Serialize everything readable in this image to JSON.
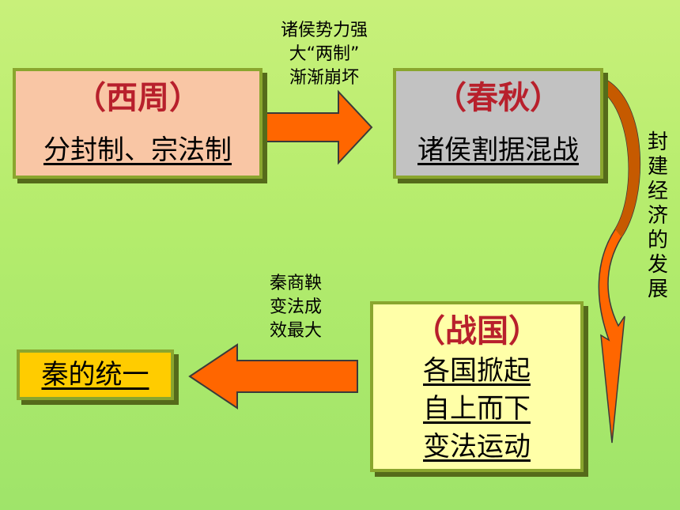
{
  "nodes": {
    "xizhou": {
      "title": "（西周）",
      "body": "分封制、宗法制"
    },
    "chunqiu": {
      "title": "（春秋）",
      "body": "诸侯割据混战"
    },
    "zhanguo": {
      "title": "（战国）",
      "lines": [
        "各国掀起",
        "自上而下",
        "变法运动"
      ]
    },
    "qin": {
      "body": "秦的统一"
    }
  },
  "notes": {
    "top": "诸侯势力强\n大“两制”\n渐渐崩坏",
    "middle": "秦商鞅\n变法成\n效最大",
    "side": "封\n建\n经\n济\n的\n发\n展"
  },
  "colors": {
    "arrow": "#ff6600",
    "arrow_outline": "#c84c00",
    "curve_dark": "#c65a00"
  }
}
